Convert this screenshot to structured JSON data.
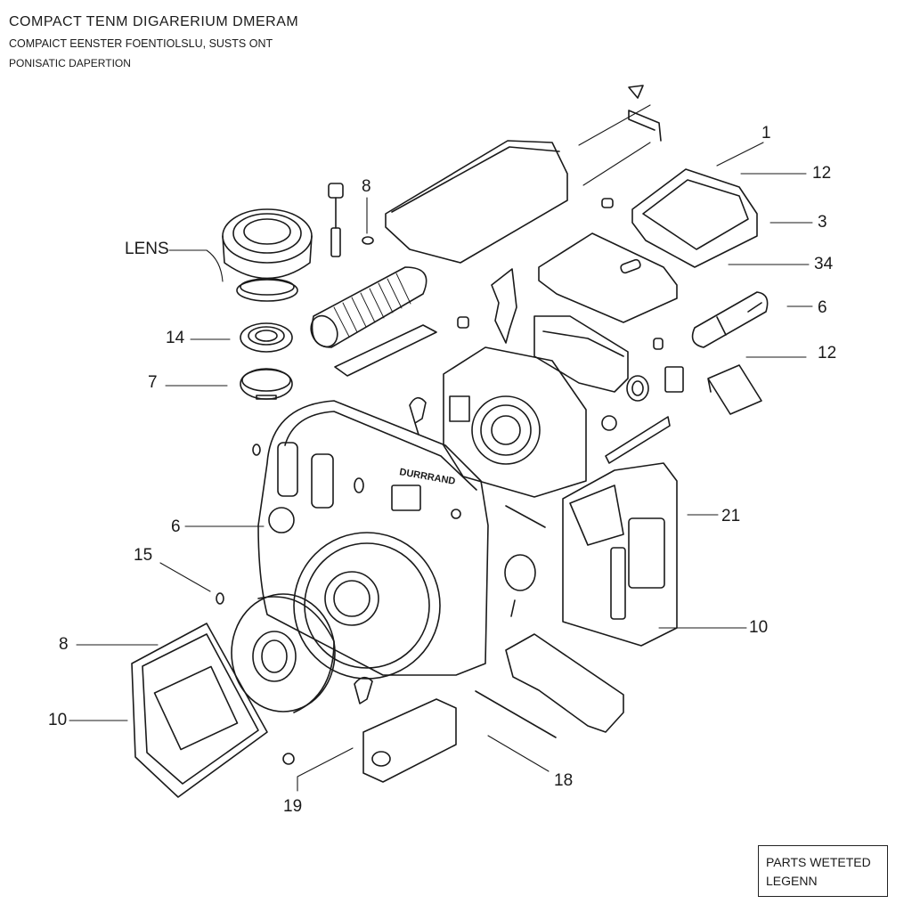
{
  "header": {
    "title": "COMPACT TENM DIGARERIUM  DMERAM",
    "subtitle": "COMPAICT EENSTER FOENTIOLSLU, SUSTS ONT",
    "caption": "PONISATIC DAPERTION"
  },
  "camera_badge": "DURRRAND",
  "callouts": {
    "lens": "LENS",
    "c_8_top": "8",
    "c_1": "1",
    "c_12_top": "12",
    "c_3": "3",
    "c_34": "34",
    "c_6_right": "6",
    "c_12_mid": "12",
    "c_14": "14",
    "c_7": "7",
    "c_6_left": "6",
    "c_15": "15",
    "c_21": "21",
    "c_8_left": "8",
    "c_10_left": "10",
    "c_10_right": "10",
    "c_18": "18",
    "c_19": "19"
  },
  "legend": {
    "line1": "PARTS  WETETED",
    "line2": "LEGENN"
  }
}
